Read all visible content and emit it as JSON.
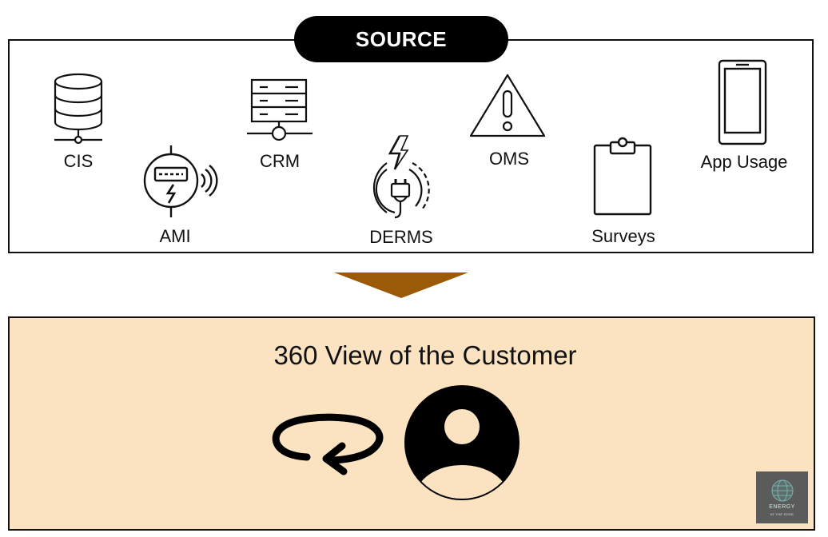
{
  "source": {
    "title": "SOURCE",
    "items": [
      {
        "label": "CIS",
        "icon": "database-server-icon"
      },
      {
        "label": "AMI",
        "icon": "smart-meter-icon"
      },
      {
        "label": "CRM",
        "icon": "server-rack-icon"
      },
      {
        "label": "DERMS",
        "icon": "plug-lightning-icon"
      },
      {
        "label": "OMS",
        "icon": "warning-triangle-icon"
      },
      {
        "label": "Surveys",
        "icon": "clipboard-icon"
      },
      {
        "label": "App Usage",
        "icon": "smartphone-icon"
      }
    ]
  },
  "arrow": {
    "color": "#9a5a07"
  },
  "result": {
    "title": "360 View of the Customer",
    "background": "#fbe3c2",
    "icons": [
      "rotate-360-icon",
      "user-circle-icon"
    ]
  },
  "logo": {
    "line1": "ENERGY",
    "line2": "AT THE EDGE"
  }
}
